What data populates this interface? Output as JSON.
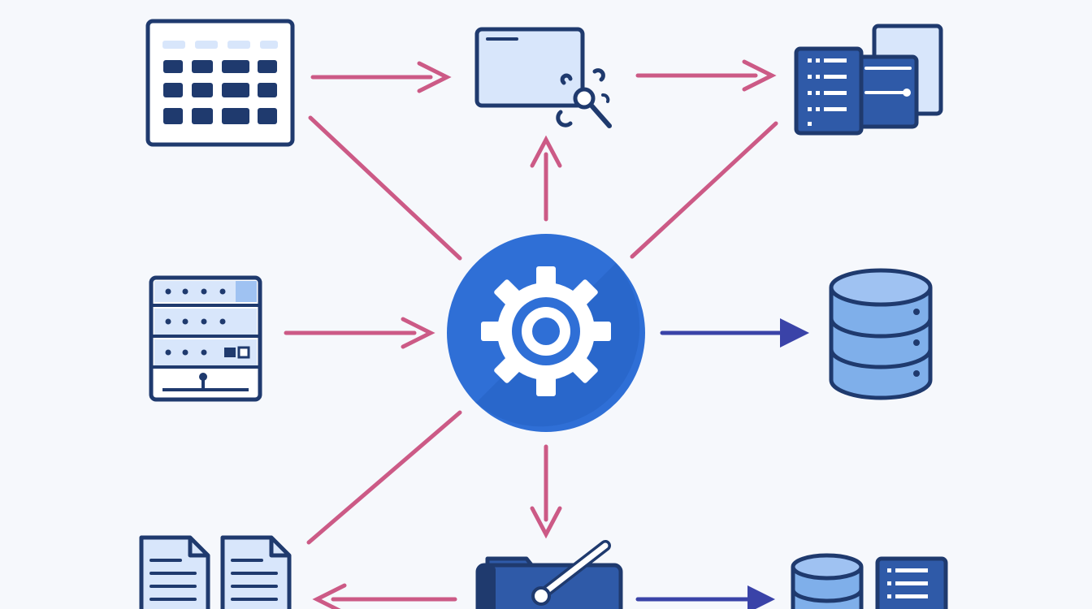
{
  "title": "",
  "colors": {
    "background": "#f6f8fc",
    "outline": "#1f3a6e",
    "fill_light": "#d8e6fb",
    "fill_mid": "#9fc2f2",
    "hub": "#2f6fd6",
    "hub_dark": "#2560c2",
    "arrow_pink": "#cc5a86",
    "arrow_navy": "#3a43a8",
    "white": "#ffffff"
  },
  "nodes": [
    {
      "id": "hub",
      "icon": "gear-icon",
      "label": ""
    },
    {
      "id": "top-left",
      "icon": "spreadsheet-grid-icon",
      "label": ""
    },
    {
      "id": "top-center",
      "icon": "window-with-wrench-icon",
      "label": ""
    },
    {
      "id": "top-right",
      "icon": "server-with-documents-icon",
      "label": ""
    },
    {
      "id": "mid-left",
      "icon": "server-rack-icon",
      "label": ""
    },
    {
      "id": "mid-right",
      "icon": "database-icon",
      "label": ""
    },
    {
      "id": "bottom-left",
      "icon": "documents-icon",
      "label": ""
    },
    {
      "id": "bottom-center",
      "icon": "folder-with-tool-icon",
      "label": ""
    },
    {
      "id": "bottom-right",
      "icon": "database-with-server-icon",
      "label": ""
    }
  ],
  "edges": [
    {
      "from": "top-left",
      "to": "top-center",
      "style": "pink-arrow"
    },
    {
      "from": "top-center",
      "to": "top-right",
      "style": "pink-arrow"
    },
    {
      "from": "top-left",
      "to": "hub",
      "style": "pink-line"
    },
    {
      "from": "hub",
      "to": "top-center",
      "style": "pink-arrow"
    },
    {
      "from": "top-right",
      "to": "hub",
      "style": "pink-line"
    },
    {
      "from": "mid-left",
      "to": "hub",
      "style": "pink-arrow"
    },
    {
      "from": "hub",
      "to": "mid-right",
      "style": "navy-arrow"
    },
    {
      "from": "hub",
      "to": "bottom-left",
      "style": "pink-line"
    },
    {
      "from": "hub",
      "to": "bottom-center",
      "style": "pink-arrow"
    },
    {
      "from": "bottom-center",
      "to": "bottom-left",
      "style": "pink-arrow"
    },
    {
      "from": "bottom-center",
      "to": "bottom-right",
      "style": "navy-arrow"
    }
  ]
}
